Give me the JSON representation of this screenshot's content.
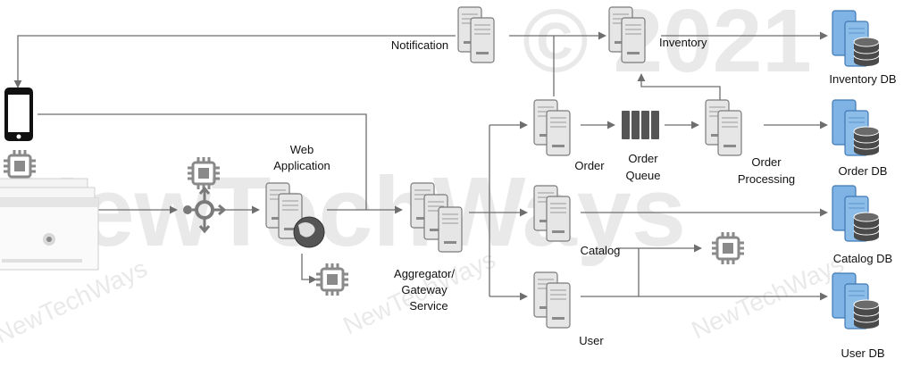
{
  "watermark": {
    "big_top": "© 2021",
    "big_center": "NewTechWays",
    "small": "NewTechWays"
  },
  "nodes": {
    "notification": "Notification",
    "inventory": "Inventory",
    "inventory_db": "Inventory DB",
    "web_application": [
      "Web",
      "Application"
    ],
    "aggregator": [
      "Aggregator/",
      "Gateway",
      "Service"
    ],
    "order": "Order",
    "order_queue": [
      "Order",
      "Queue"
    ],
    "order_processing": [
      "Order",
      "Processing"
    ],
    "order_db": "Order DB",
    "catalog": "Catalog",
    "catalog_db": "Catalog DB",
    "user": "User",
    "user_db": "User DB"
  },
  "colors": {
    "server_fill": "#e6e6e6",
    "server_stroke": "#7a7a7a",
    "db_fill": "#7fb2e5",
    "db_cylinder": "#4a4a4a",
    "chip": "#8a8a8a",
    "queue": "#555555",
    "line": "#6e6e6e"
  },
  "icons": [
    "server-icon",
    "database-icon",
    "chip-icon",
    "phone-icon",
    "globe-icon",
    "load-balancer-icon",
    "queue-icon",
    "browser-window-icon"
  ]
}
